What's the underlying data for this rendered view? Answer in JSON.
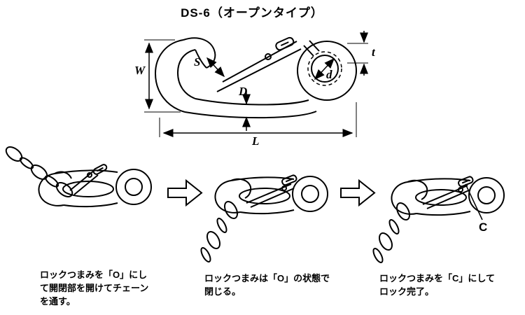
{
  "title": "DS-6（オープンタイプ）",
  "dims": {
    "W": "W",
    "S": "S",
    "D": "D",
    "d": "d",
    "t": "t",
    "L": "L",
    "C": "C"
  },
  "steps": [
    {
      "lines": [
        "ロックつまみを「O」にし",
        "て開閉部を開けてチェーン",
        "を通す。"
      ]
    },
    {
      "lines": [
        "ロックつまみは「O」の状態で",
        "閉じる。"
      ]
    },
    {
      "lines": [
        "ロックつまみを「C」にして",
        "ロック完了。"
      ]
    }
  ]
}
